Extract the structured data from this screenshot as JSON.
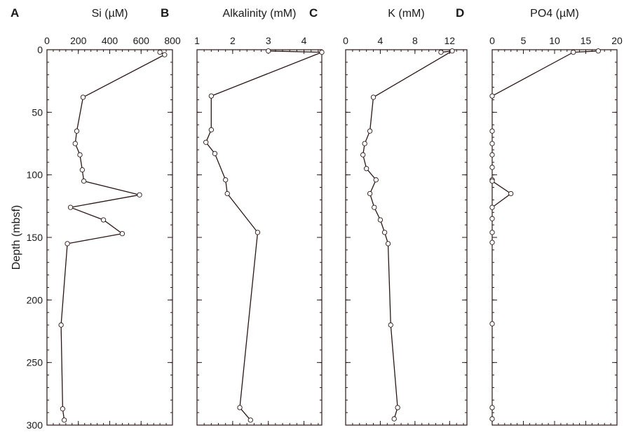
{
  "ylabel": "Depth (mbsf)",
  "chart_data": [
    {
      "type": "line",
      "letter": "A",
      "title": "Si (µM)",
      "xlim": [
        0,
        800
      ],
      "xticks": [
        0,
        200,
        400,
        600,
        800
      ],
      "ylim": [
        0,
        300
      ],
      "yticks": [
        0,
        50,
        100,
        150,
        200,
        250,
        300
      ],
      "x": [
        720,
        750,
        230,
        190,
        180,
        210,
        225,
        235,
        590,
        150,
        360,
        480,
        130,
        90,
        100,
        110
      ],
      "y": [
        2,
        4,
        38,
        65,
        75,
        84,
        96,
        105,
        116,
        126,
        136,
        147,
        155,
        220,
        287,
        296
      ]
    },
    {
      "type": "line",
      "letter": "B",
      "title": "Alkalinity (mM)",
      "xlim": [
        1,
        4.5
      ],
      "xticks": [
        1,
        2,
        3,
        4
      ],
      "ylim": [
        0,
        300
      ],
      "yticks": [
        0,
        50,
        100,
        150,
        200,
        250,
        300
      ],
      "x": [
        3.0,
        4.5,
        1.4,
        1.4,
        1.25,
        1.5,
        1.8,
        1.85,
        2.7,
        2.2,
        2.5
      ],
      "y": [
        1,
        2,
        37,
        64,
        74,
        83,
        104,
        115,
        146,
        286,
        296
      ]
    },
    {
      "type": "line",
      "letter": "C",
      "title": "K (mM)",
      "xlim": [
        0,
        14
      ],
      "xticks": [
        0,
        4,
        8,
        12
      ],
      "ylim": [
        0,
        300
      ],
      "yticks": [
        0,
        50,
        100,
        150,
        200,
        250,
        300
      ],
      "x": [
        11,
        12.3,
        3.2,
        2.8,
        2.2,
        2.0,
        2.4,
        3.5,
        2.8,
        3.3,
        4.0,
        4.5,
        4.9,
        5.2,
        6.0,
        5.6
      ],
      "y": [
        2,
        1,
        38,
        65,
        75,
        84,
        95,
        104,
        115,
        126,
        136,
        146,
        155,
        220,
        286,
        295
      ]
    },
    {
      "type": "line",
      "letter": "D",
      "title": "PO4 (µM)",
      "xlim": [
        0,
        20
      ],
      "xticks": [
        0,
        5,
        10,
        15,
        20
      ],
      "ylim": [
        0,
        300
      ],
      "yticks": [
        0,
        50,
        100,
        150,
        200,
        250,
        300
      ],
      "x": [
        17,
        13,
        0,
        0,
        0,
        0,
        0,
        0,
        0,
        3,
        0,
        0,
        0,
        0,
        0,
        0,
        0
      ],
      "y": [
        1,
        2,
        37,
        65,
        75,
        84,
        94,
        104,
        105,
        115,
        126,
        135,
        146,
        154,
        219,
        286,
        295
      ]
    }
  ]
}
